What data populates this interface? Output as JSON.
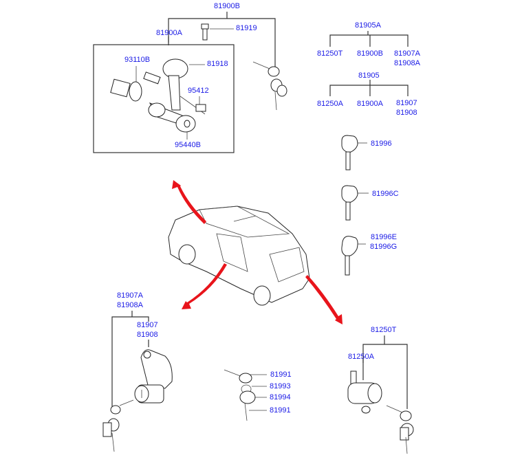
{
  "diagram": {
    "title": "Key & Cylinder Set Parts Diagram",
    "label_color": "#1a1ae6",
    "arrow_color": "#e8141b",
    "labels": {
      "top_set": "81900B",
      "ignition_assy": "81900A",
      "screw": "81919",
      "ignition_cylinder_switch": "93110B",
      "lock_body": "81918",
      "connector": "95412",
      "key_cylinder": "95440B",
      "kit_a": "81905A",
      "kit_a_child_1": "81250T",
      "kit_a_child_2": "81900B",
      "kit_a_child_3a": "81907A",
      "kit_a_child_3b": "81908A",
      "kit": "81905",
      "kit_child_1": "81250A",
      "kit_child_2": "81900A",
      "kit_child_3a": "81907",
      "kit_child_3b": "81908",
      "key_blank_1": "81996",
      "key_blank_2": "81996C",
      "key_blank_3a": "81996E",
      "key_blank_3b": "81996G",
      "door_set_a": "81907A",
      "door_set_b": "81908A",
      "door_cyl_a": "81907",
      "door_cyl_b": "81908",
      "key_1": "81991",
      "key_ring": "81993",
      "key_fob": "81994",
      "key_2": "81991",
      "tailgate_set": "81250T",
      "tailgate_cyl": "81250A"
    }
  }
}
